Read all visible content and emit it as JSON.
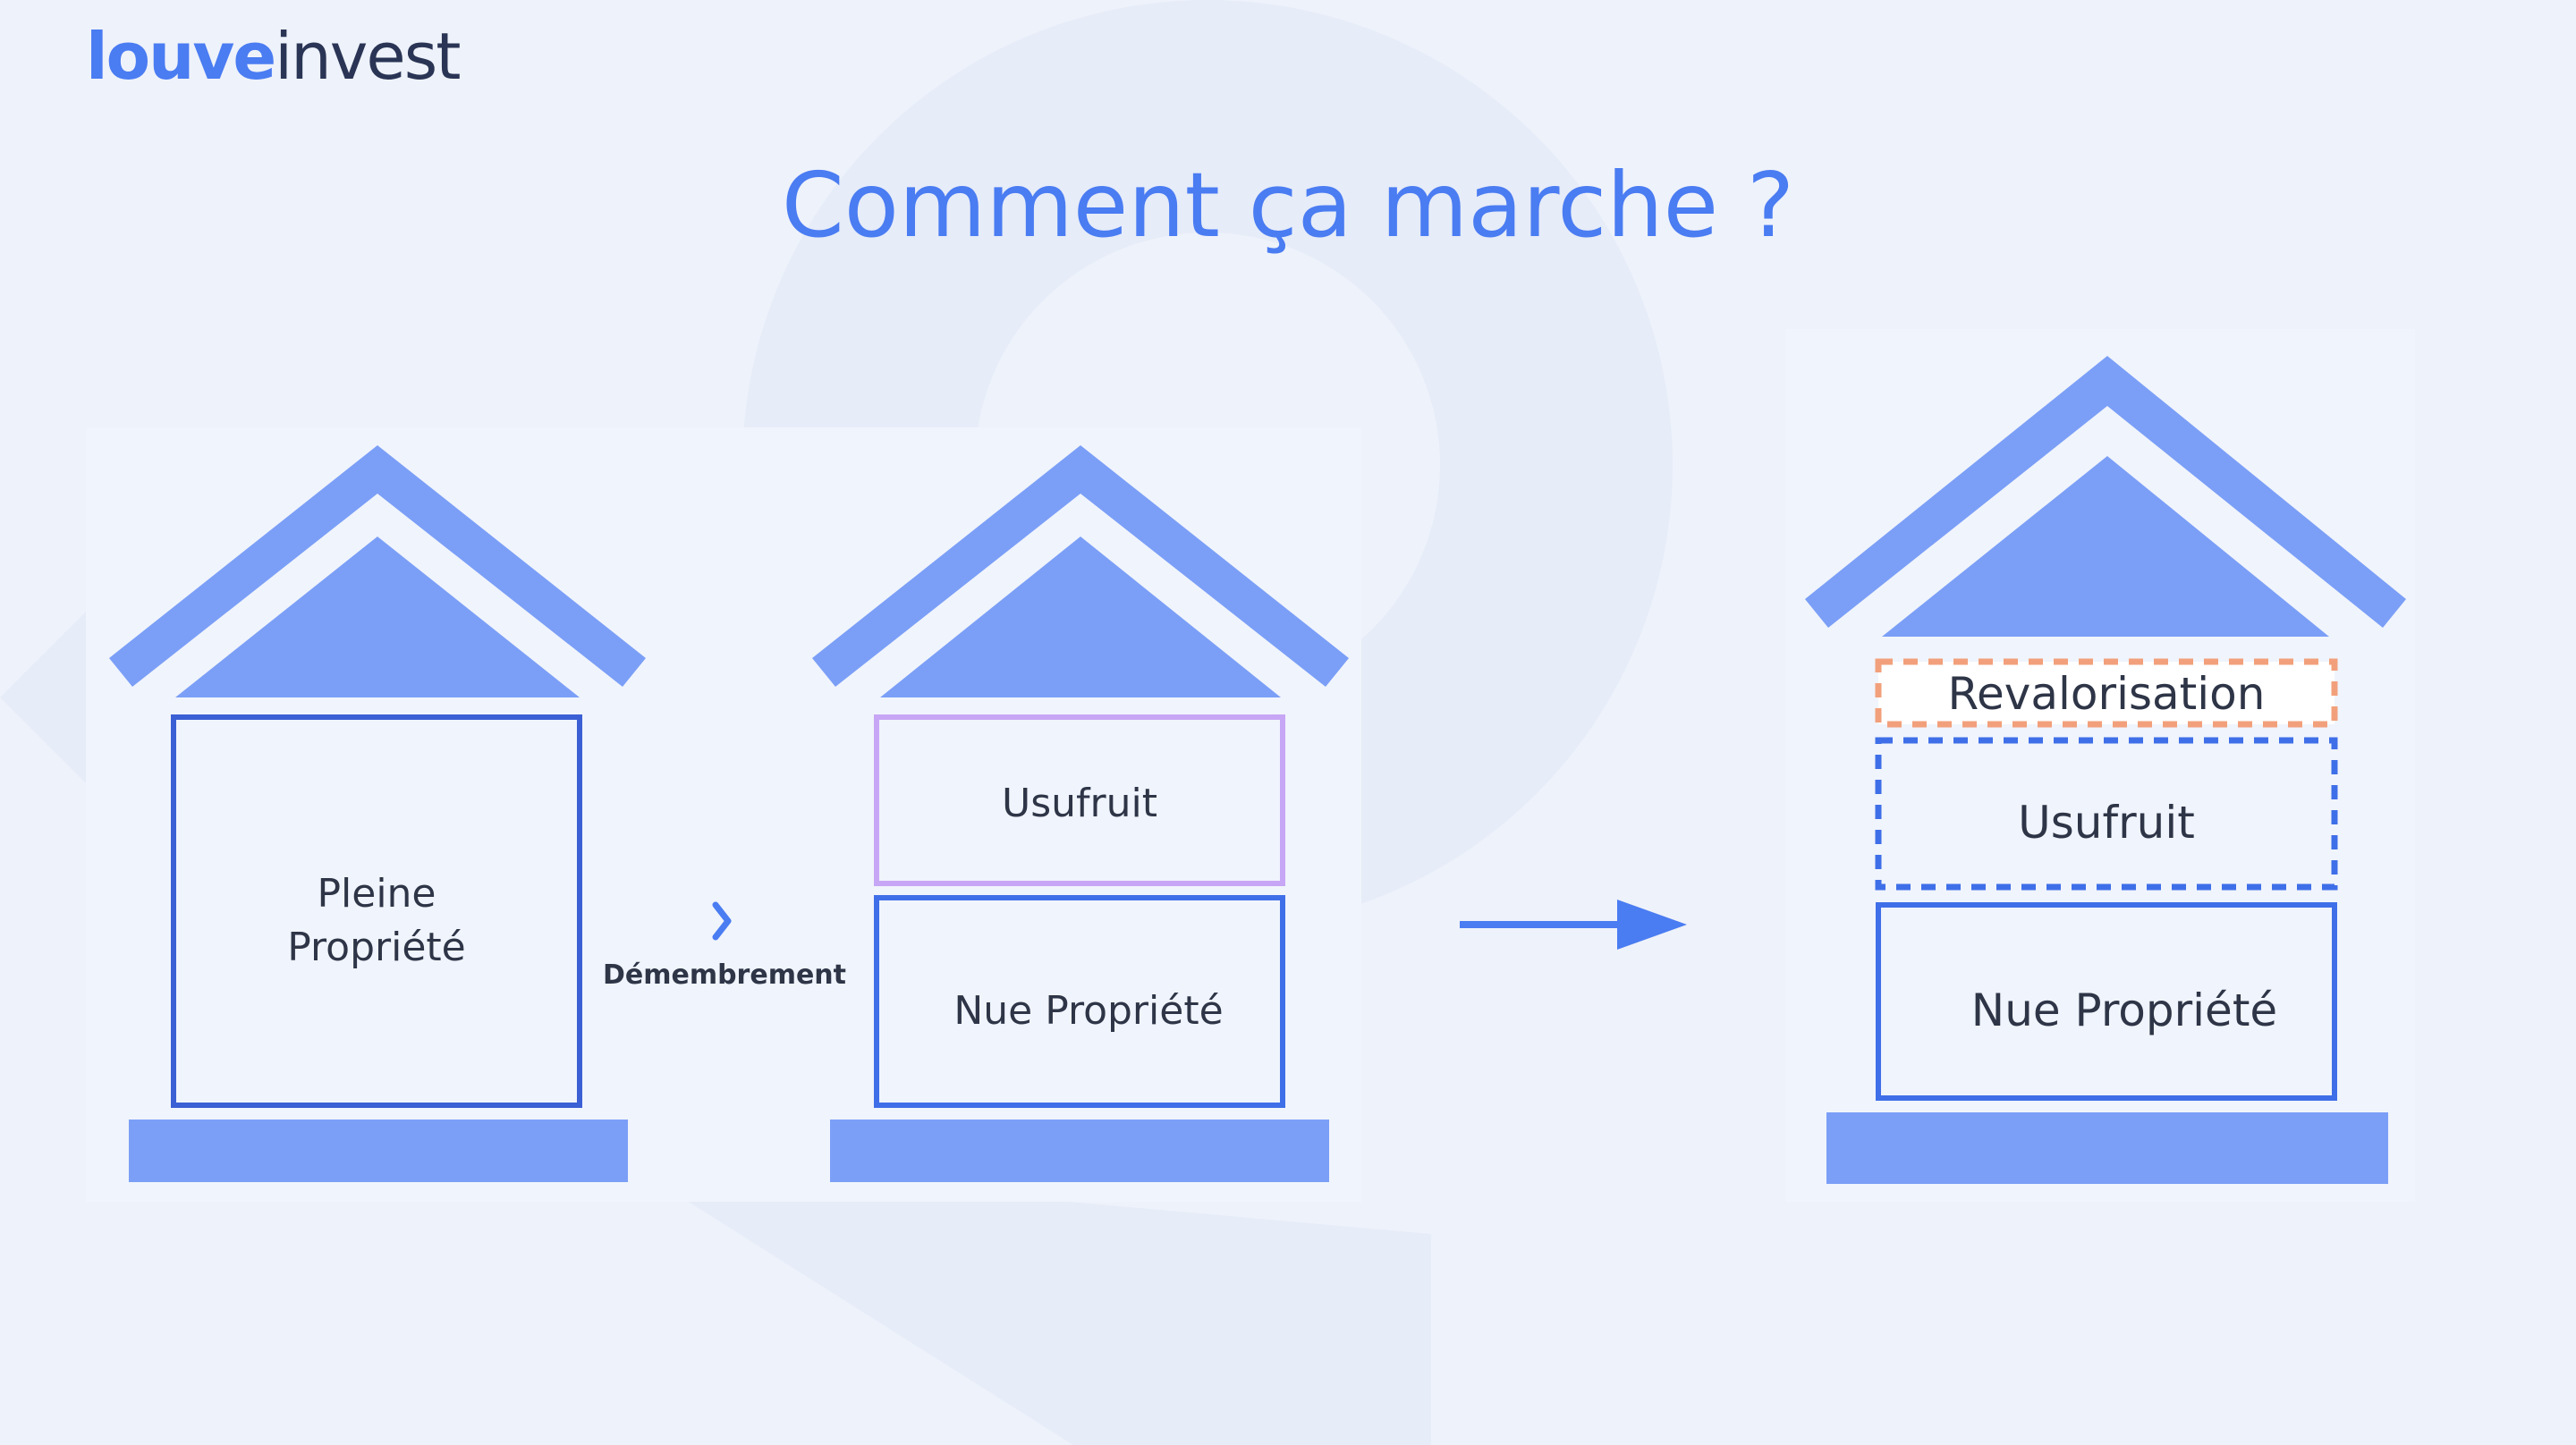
{
  "logo": {
    "part1": "louve",
    "part2": "invest"
  },
  "title": "Comment ça marche ?",
  "step1": {
    "house_label_line1": "Pleine",
    "house_label_line2": "Propriété"
  },
  "transition": {
    "label": "Démembrement",
    "chevron": "chevron-right-icon"
  },
  "step2": {
    "usufruit_label": "Usufruit",
    "nue_label": "Nue Propriété"
  },
  "arrow": {
    "icon": "arrow-right-icon"
  },
  "step3": {
    "revalorisation_label": "Revalorisation",
    "usufruit_label": "Usufruit",
    "nue_label": "Nue Propriété"
  },
  "colors": {
    "background": "#EEF2FA",
    "brand_blue": "#4A7CF2",
    "house_fill": "#7B9FF7",
    "frame_blue": "#3F6FE8",
    "frame_dark_blue": "#3B5FD4",
    "usufruit_purple": "#C7A6F5",
    "revalorisation_orange": "#F2A07B",
    "text": "#2E3547"
  }
}
